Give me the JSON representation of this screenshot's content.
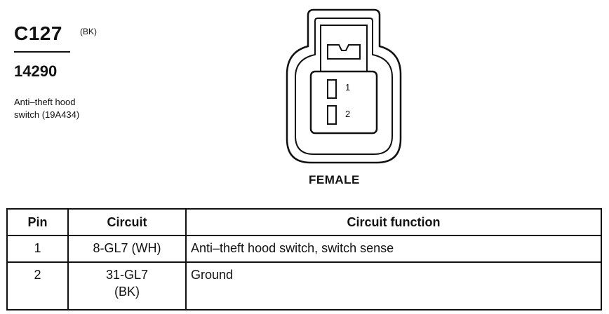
{
  "header": {
    "connector_id": "C127",
    "color_code": "(BK)",
    "part_number": "14290",
    "description_line1": "Anti–theft hood",
    "description_line2": "switch (19A434)"
  },
  "diagram": {
    "pin_labels": [
      "1",
      "2"
    ],
    "gender": "FEMALE"
  },
  "table": {
    "headers": {
      "pin": "Pin",
      "circuit": "Circuit",
      "function": "Circuit function"
    },
    "rows": [
      {
        "pin": "1",
        "circuit_line1": "8-GL7 (WH)",
        "circuit_line2": "",
        "function": "Anti–theft hood switch, switch sense"
      },
      {
        "pin": "2",
        "circuit_line1": "31-GL7",
        "circuit_line2": "(BK)",
        "function": "Ground"
      }
    ]
  }
}
